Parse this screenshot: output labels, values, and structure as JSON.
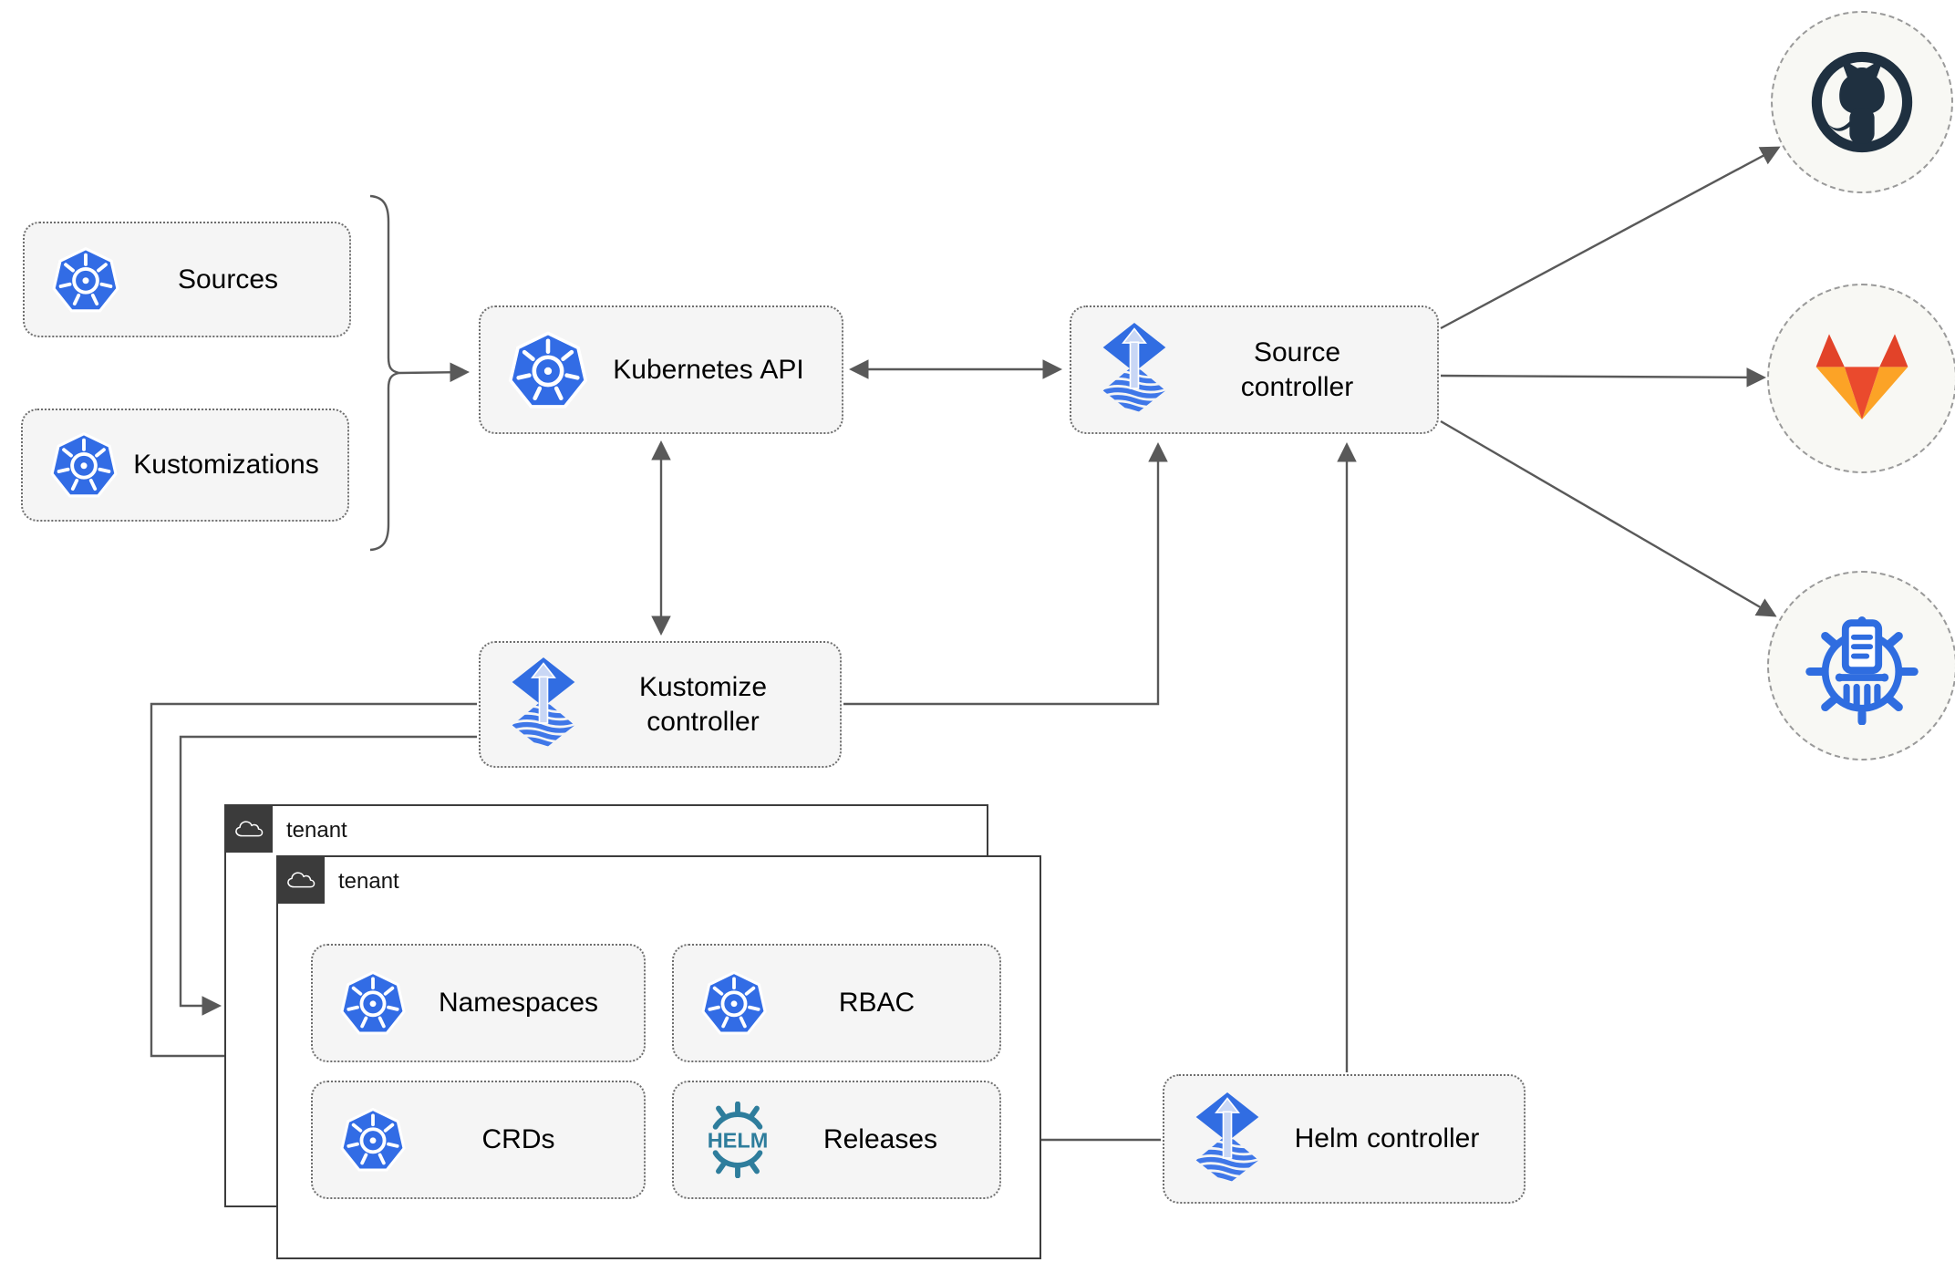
{
  "nodes": {
    "sources": {
      "label": "Sources"
    },
    "kustomizations": {
      "label": "Kustomizations"
    },
    "kubernetes_api": {
      "label": "Kubernetes API"
    },
    "source_controller": {
      "label": "Source controller"
    },
    "kustomize_controller": {
      "label": "Kustomize controller"
    },
    "helm_controller": {
      "label": "Helm controller"
    },
    "namespaces": {
      "label": "Namespaces"
    },
    "rbac": {
      "label": "RBAC"
    },
    "crds": {
      "label": "CRDs"
    },
    "releases": {
      "label": "Releases",
      "icon_text": "HELM"
    }
  },
  "containers": {
    "tenant_outer": {
      "label": "tenant"
    },
    "tenant_inner": {
      "label": "tenant"
    }
  },
  "icons": {
    "kubernetes": "kubernetes-wheel-icon",
    "flux": "flux-diamond-arrow-icon",
    "helm": "helm-wheel-icon",
    "cloud": "cloud-icon",
    "github": "github-octocat-icon",
    "gitlab": "gitlab-tanuki-icon",
    "chartmuseum": "chartmuseum-helm-repository-icon"
  },
  "colors": {
    "kubernetes_blue": "#326ce5",
    "flux_blue": "#316de2",
    "flux_arrow_light": "#c9d7f5",
    "helm_teal": "#2e7d9c",
    "chartmuseum_blue": "#2f6de0",
    "github_dark": "#1f3040",
    "gitlab_red": "#e24329",
    "gitlab_orange": "#fc6d26",
    "gitlab_light_orange": "#fca326",
    "node_background": "#f5f5f5",
    "tenant_border": "#3c3c3c",
    "connector_gray": "#595959",
    "circle_background": "#f8f8f4"
  }
}
